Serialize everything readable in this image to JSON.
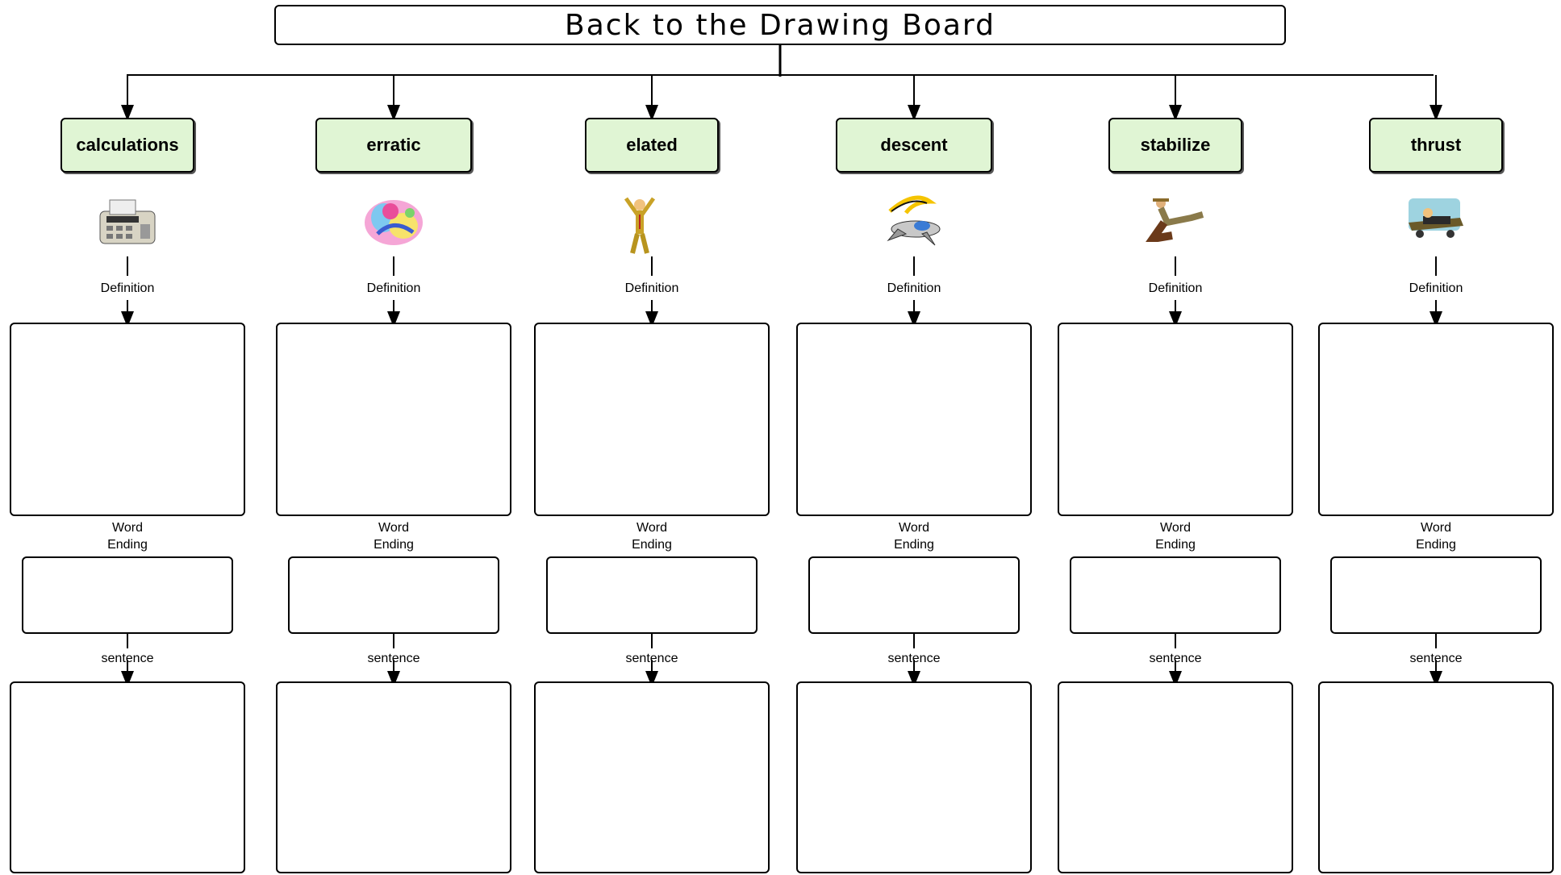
{
  "title": "Back to the Drawing Board",
  "labels": {
    "definition": "Definition",
    "word": "Word",
    "ending": "Ending",
    "sentence": "sentence"
  },
  "words": [
    {
      "word": "calculations",
      "picture": "calculator-icon"
    },
    {
      "word": "erratic",
      "picture": "abstract-figure-icon"
    },
    {
      "word": "elated",
      "picture": "jumping-person-icon"
    },
    {
      "word": "descent",
      "picture": "jet-plane-icon"
    },
    {
      "word": "stabilize",
      "picture": "balancing-person-icon"
    },
    {
      "word": "thrust",
      "picture": "rocket-car-icon"
    }
  ],
  "colors": {
    "word_box_fill": "#e0f5d4",
    "border": "#000000"
  }
}
